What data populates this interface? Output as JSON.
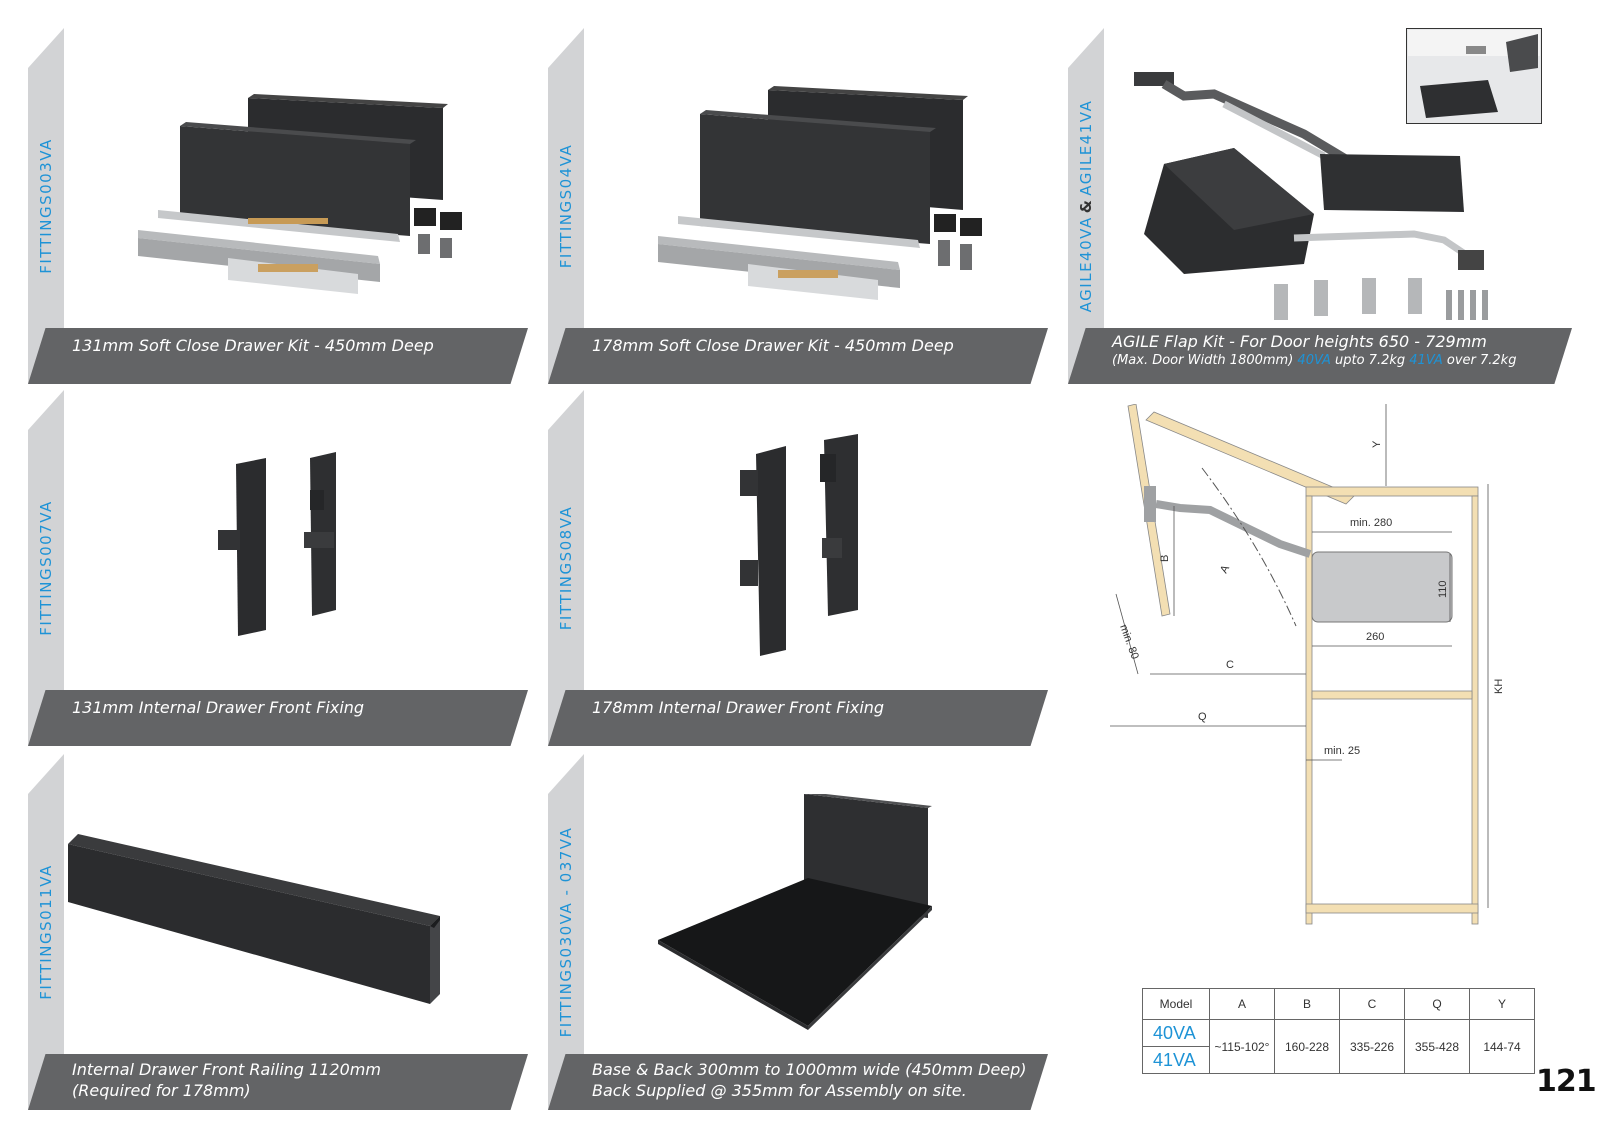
{
  "cards": {
    "c1": {
      "code": "FITTINGS003VA",
      "caption": "131mm Soft Close Drawer Kit - 450mm Deep"
    },
    "c2": {
      "code": "FITTINGS04VA",
      "caption": "178mm Soft Close Drawer Kit - 450mm Deep"
    },
    "c3": {
      "code_a": "AGILE40VA",
      "amp": "&",
      "code_b": "AGILE41VA",
      "caption": "AGILE Flap Kit - For Door heights 650 - 729mm",
      "sub_pre": "(Max. Door Width 1800mm)",
      "sub_40": "40VA",
      "sub_mid": " upto 7.2kg ",
      "sub_41": "41VA",
      "sub_post": " over 7.2kg"
    },
    "c4": {
      "code": "FITTINGS007VA",
      "caption": "131mm Internal Drawer Front Fixing"
    },
    "c5": {
      "code": "FITTINGS08VA",
      "caption": "178mm Internal Drawer Front Fixing"
    },
    "c6": {
      "code": "FITTINGS011VA",
      "caption": "Internal Drawer Front Railing 1120mm",
      "caption2": "(Required for 178mm)"
    },
    "c7": {
      "code": "FITTINGS030VA - 037VA",
      "caption": "Base & Back 300mm to 1000mm wide (450mm Deep)",
      "caption2": "Back Supplied @ 355mm for Assembly on site."
    }
  },
  "diagram": {
    "labels": {
      "y": "Y",
      "b": "B",
      "a": "A",
      "c": "C",
      "q": "Q",
      "kh": "KH",
      "min280": "min. 280",
      "h110": "110",
      "w260": "260",
      "min80": "min. 80",
      "min25": "min. 25"
    }
  },
  "spec_table": {
    "headers": [
      "Model",
      "A",
      "B",
      "C",
      "Q",
      "Y"
    ],
    "models": [
      "40VA",
      "41VA"
    ],
    "values": [
      "~115-102°",
      "160-228",
      "335-226",
      "355-428",
      "144-74"
    ]
  },
  "page_number": "121",
  "colors": {
    "accent": "#1e93d6",
    "caption_bg": "#636466",
    "tab_bg": "#d2d3d5",
    "panel": "#2e2f31",
    "wood": "#f3dfb3"
  }
}
